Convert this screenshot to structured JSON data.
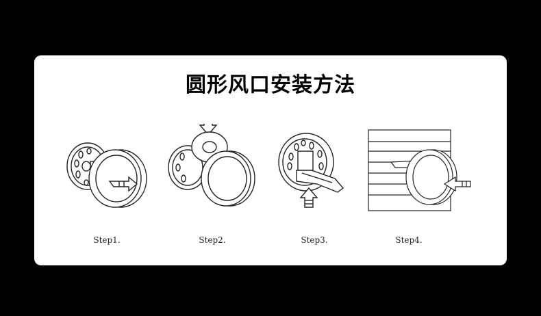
{
  "title": "圆形风口安装方法",
  "steps": [
    {
      "label": "Step1."
    },
    {
      "label": "Step2."
    },
    {
      "label": "Step3."
    },
    {
      "label": "Step4."
    }
  ],
  "colors": {
    "background": "#000000",
    "card": "#ffffff",
    "ink": "#222222"
  }
}
